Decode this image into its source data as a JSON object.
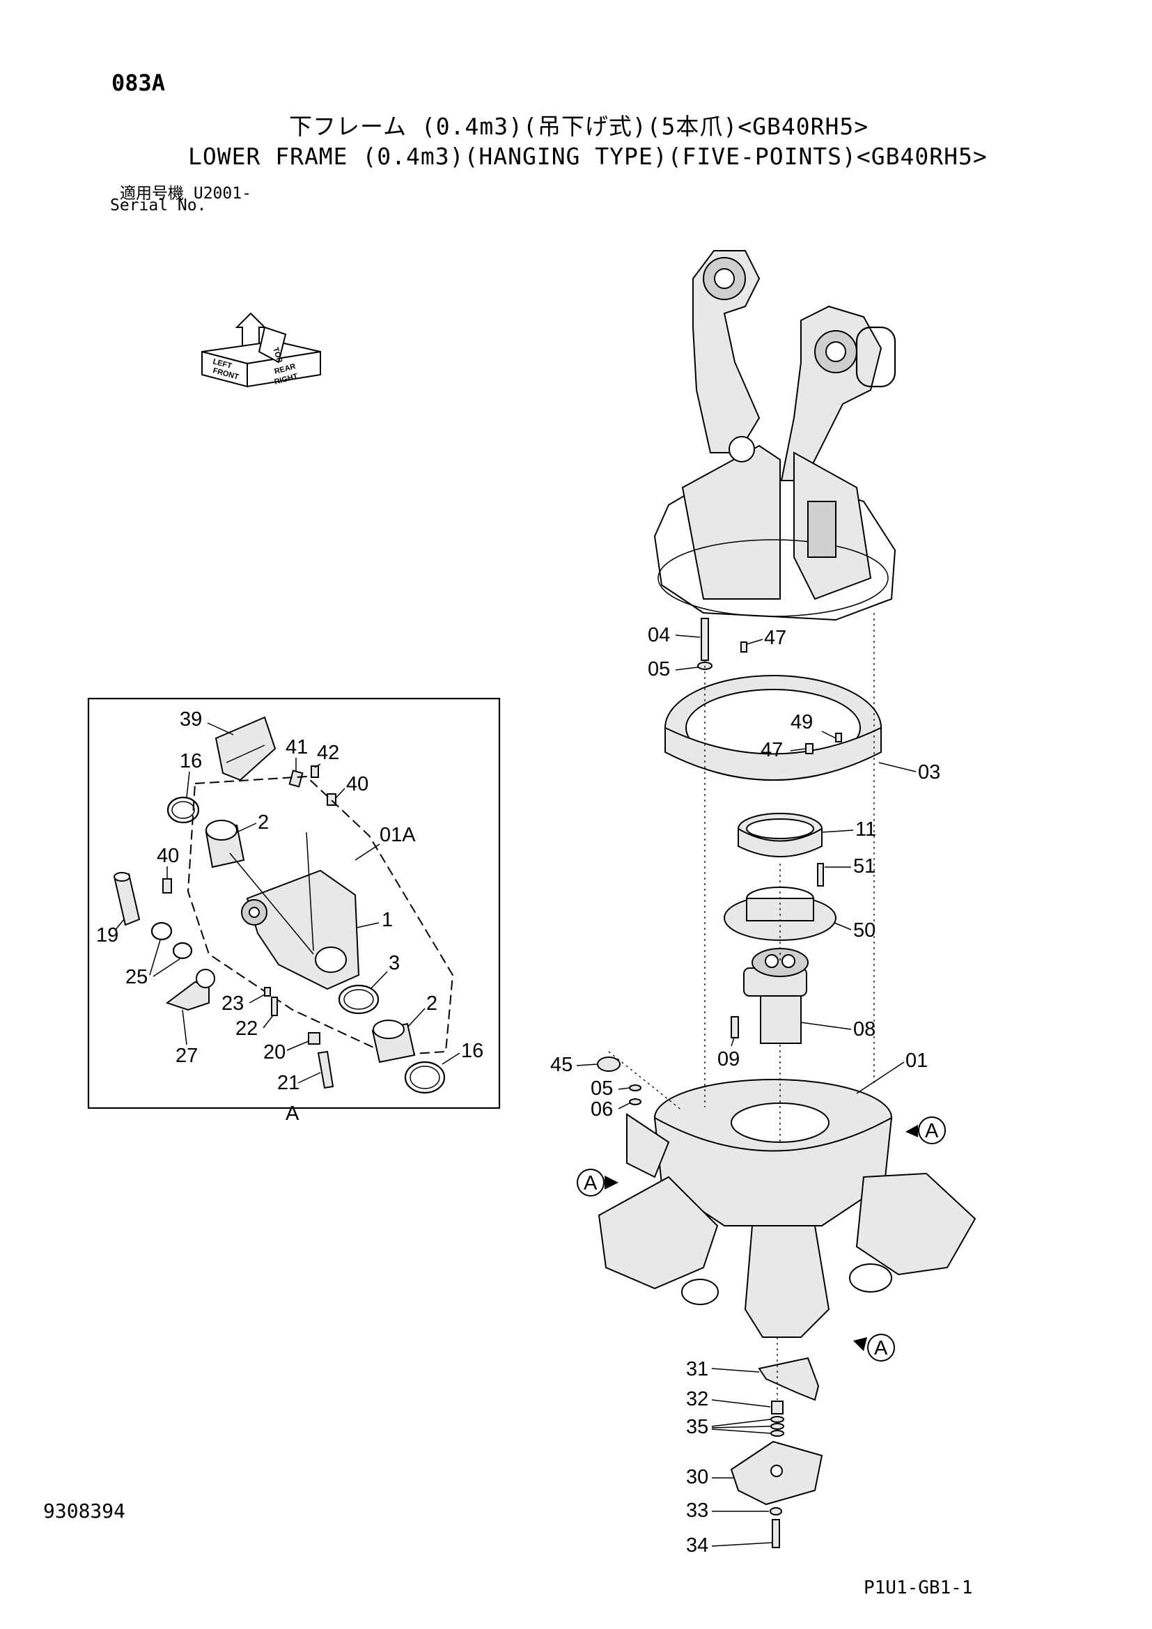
{
  "header": {
    "page_code": "083A",
    "title_jp": "下フレーム (0.4m3)(吊下げ式)(5本爪)<GB40RH5>",
    "title_en": "LOWER FRAME (0.4m3)(HANGING TYPE)(FIVE-POINTS)<GB40RH5>",
    "serial_jp": "適用号機  U2001-",
    "serial_en": "Serial No."
  },
  "orientation": {
    "top": "TOP",
    "front": "FRONT",
    "right": "RIGHT",
    "left": "LEFT",
    "rear": "REAR"
  },
  "detail_view": {
    "view_label": "A",
    "callouts": [
      "39",
      "41",
      "42",
      "16",
      "40",
      "2",
      "01A",
      "40",
      "19",
      "1",
      "25",
      "3",
      "23",
      "22",
      "2",
      "27",
      "20",
      "16",
      "21"
    ]
  },
  "main_view": {
    "callouts": [
      "04",
      "47",
      "05",
      "49",
      "47",
      "03",
      "11",
      "51",
      "50",
      "08",
      "09",
      "45",
      "01",
      "05",
      "06",
      "A",
      "A",
      "A",
      "31",
      "32",
      "35",
      "30",
      "33",
      "34"
    ]
  },
  "footer": {
    "doc_number": "9308394",
    "page_ref": "P1U1-GB1-1"
  }
}
